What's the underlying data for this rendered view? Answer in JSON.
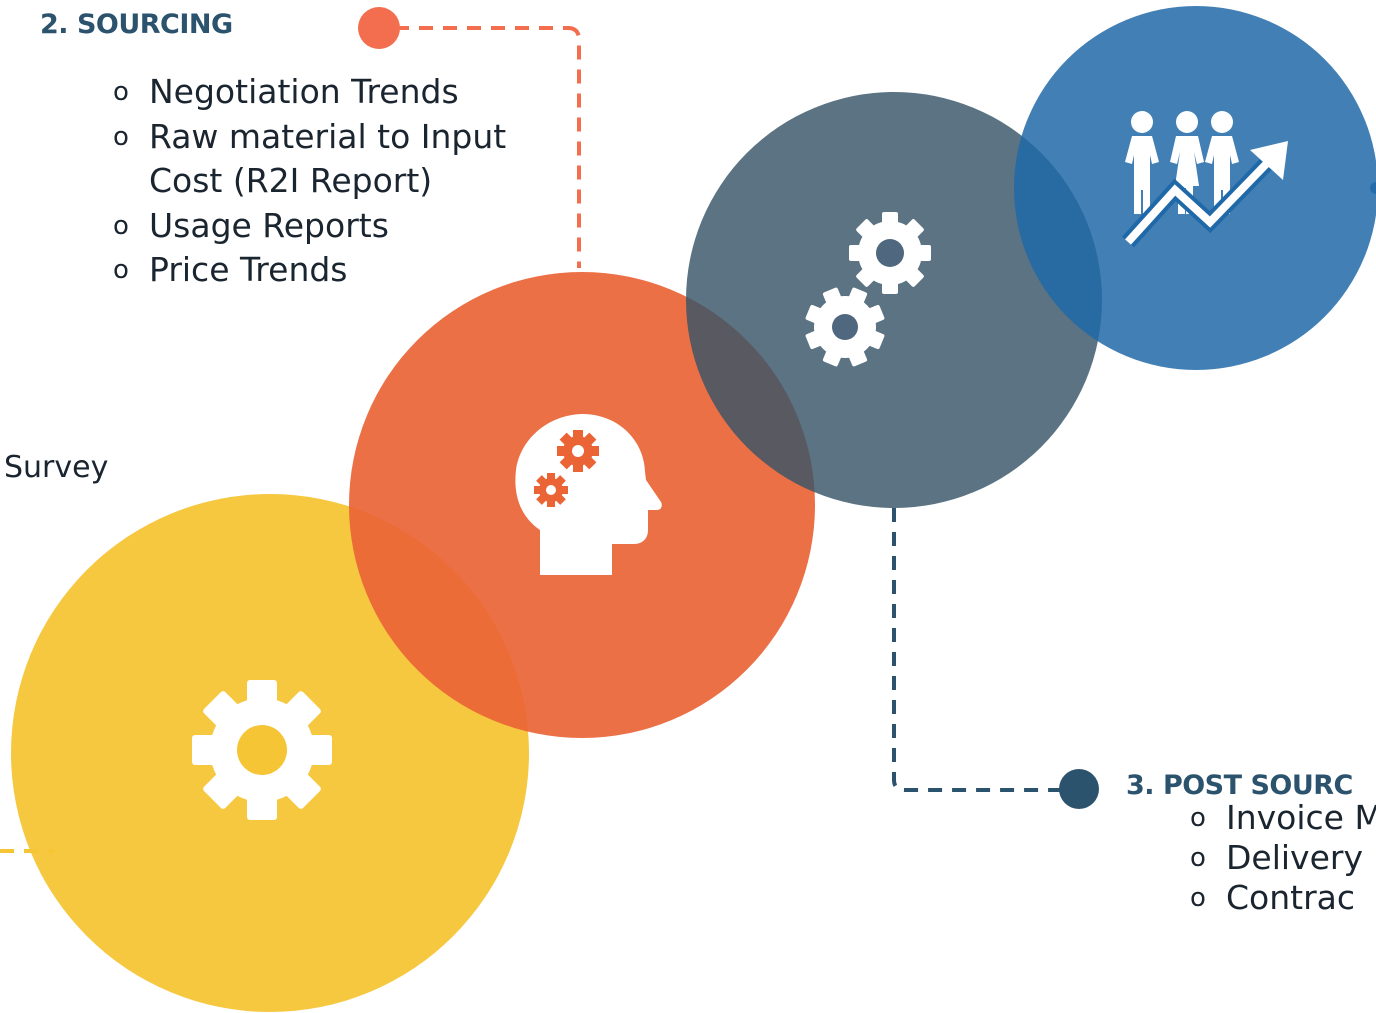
{
  "colors": {
    "yellow": "#f5c536",
    "orange": "#ea6436",
    "slate": "#375468",
    "blue": "#2069a8",
    "icon_white": "#ffffff",
    "sourcing_accent": "#f26e4f",
    "post_sourcing_accent": "#2c536e",
    "text": "#1a2530"
  },
  "stages": [
    {
      "id": "yellow",
      "icon": "gear-icon"
    },
    {
      "id": "orange",
      "icon": "head-with-gears-icon"
    },
    {
      "id": "slate",
      "icon": "two-gears-icon"
    },
    {
      "id": "blue",
      "icon": "people-growth-arrow-icon"
    }
  ],
  "sourcing": {
    "heading": "2. SOURCING",
    "items": [
      "Negotiation Trends",
      "Raw material to Input Cost (R2I Report)",
      "Usage Reports",
      "Price Trends"
    ]
  },
  "pre_sourcing": {
    "partial_text": "Survey"
  },
  "post_sourcing": {
    "heading": "3. POST SOURC",
    "items": [
      "Invoice M",
      "Delivery",
      "Contrac"
    ]
  }
}
